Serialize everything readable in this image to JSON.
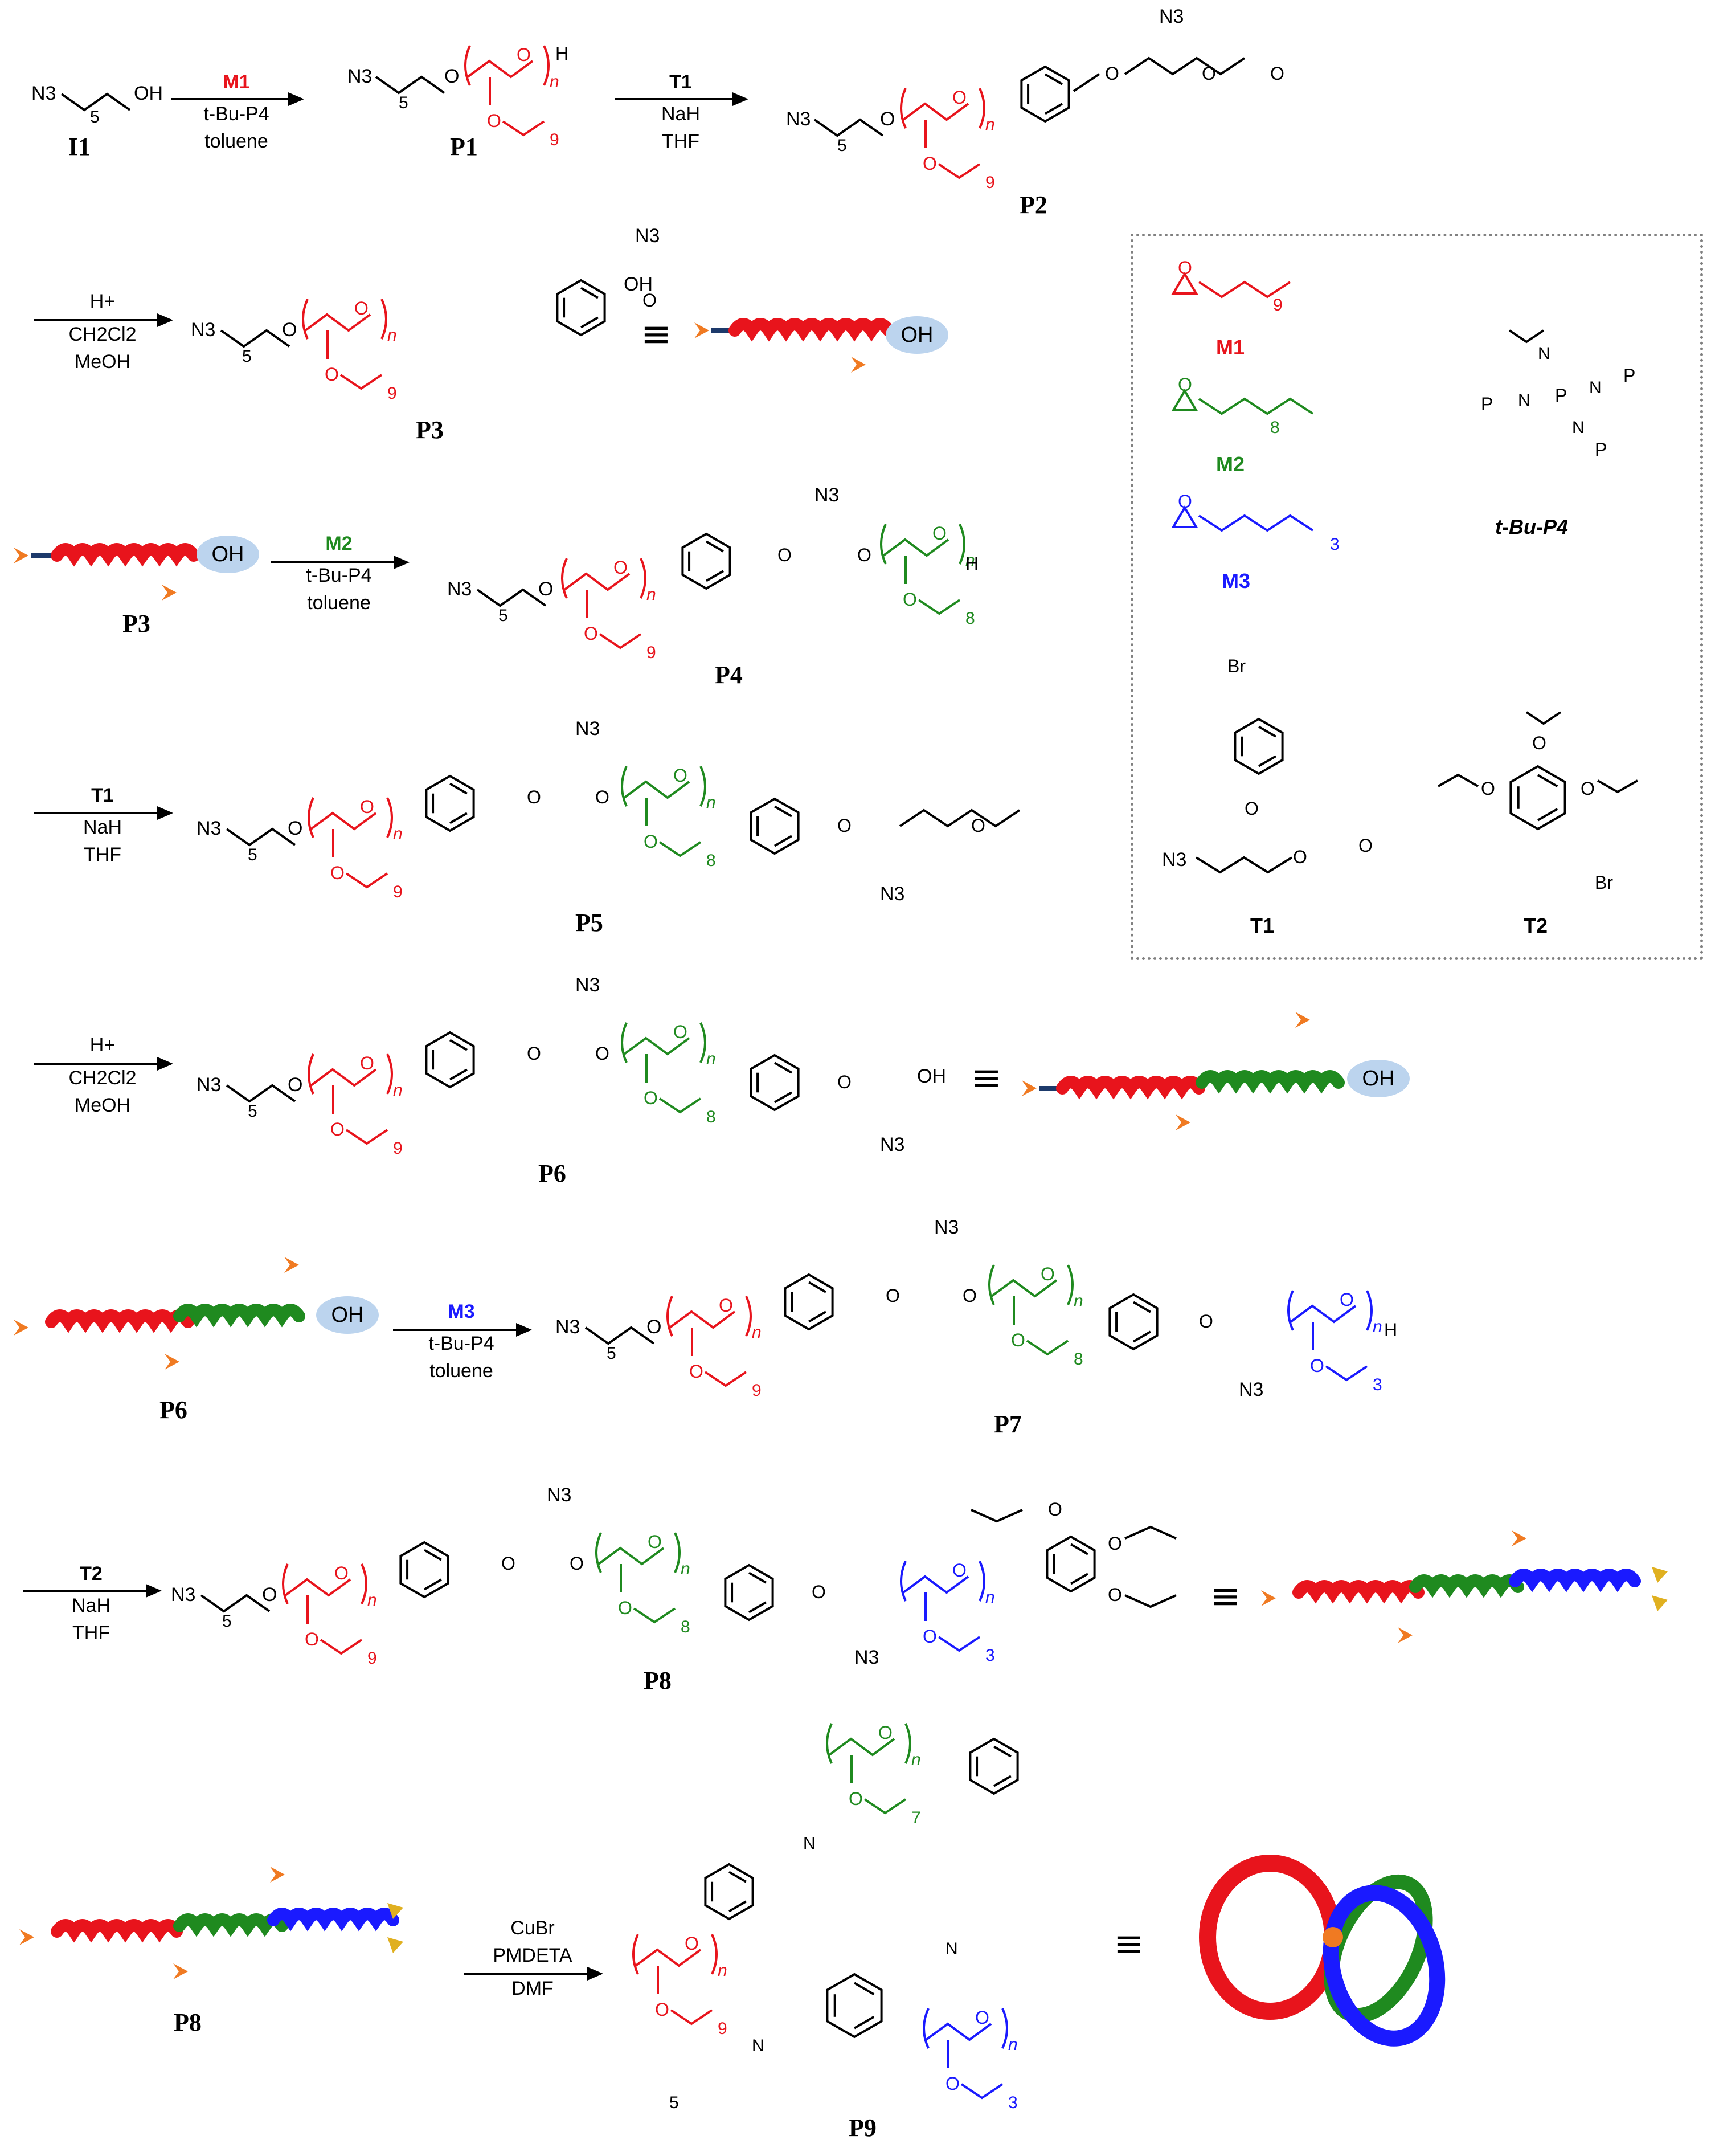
{
  "labels": {
    "I1": "I1",
    "P1": "P1",
    "P2": "P2",
    "P3": "P3",
    "P3b": "P3",
    "P4": "P4",
    "P5": "P5",
    "P6": "P6",
    "P6b": "P6",
    "P7": "P7",
    "P8": "P8",
    "P8b": "P8",
    "P9": "P9",
    "M1": "M1",
    "M2": "M2",
    "M3": "M3",
    "T1": "T1",
    "T2": "T2",
    "tBuP4": "t-Bu-P4"
  },
  "steps": [
    {
      "reagent": "M1",
      "line2": "t-Bu-P4",
      "line3": "toluene"
    },
    {
      "reagent": "T1",
      "line2": "NaH",
      "line3": "THF"
    },
    {
      "reagent": "H+",
      "line2": "CH2Cl2",
      "line3": "MeOH"
    },
    {
      "reagent": "M2",
      "line2": "t-Bu-P4",
      "line3": "toluene"
    },
    {
      "reagent": "T1",
      "line2": "NaH",
      "line3": "THF"
    },
    {
      "reagent": "H+",
      "line2": "CH2Cl2",
      "line3": "MeOH"
    },
    {
      "reagent": "M3",
      "line2": "t-Bu-P4",
      "line3": "toluene"
    },
    {
      "reagent": "T2",
      "line2": "NaH",
      "line3": "THF"
    },
    {
      "reagent": "CuBr",
      "line2": "PMDETA",
      "line3": "DMF"
    }
  ],
  "atoms": {
    "N3": "N3",
    "OH": "OH",
    "O": "O",
    "H": "H",
    "n": "n",
    "Br": "Br",
    "N": "N",
    "P": "P",
    "five": "5",
    "nine": "9",
    "eight": "8",
    "three": "3",
    "seven": "7"
  },
  "badge_text": "OH",
  "equiv_symbol": "≡",
  "colors": {
    "block1": "#e8141c",
    "block2": "#1f8a1f",
    "block3": "#1a1aff",
    "linker": "#1d3a6b",
    "endgroup": "#f07a22",
    "alkyne": "#e0b020",
    "badge": "#bcd4ee",
    "legend_border": "#808080"
  }
}
